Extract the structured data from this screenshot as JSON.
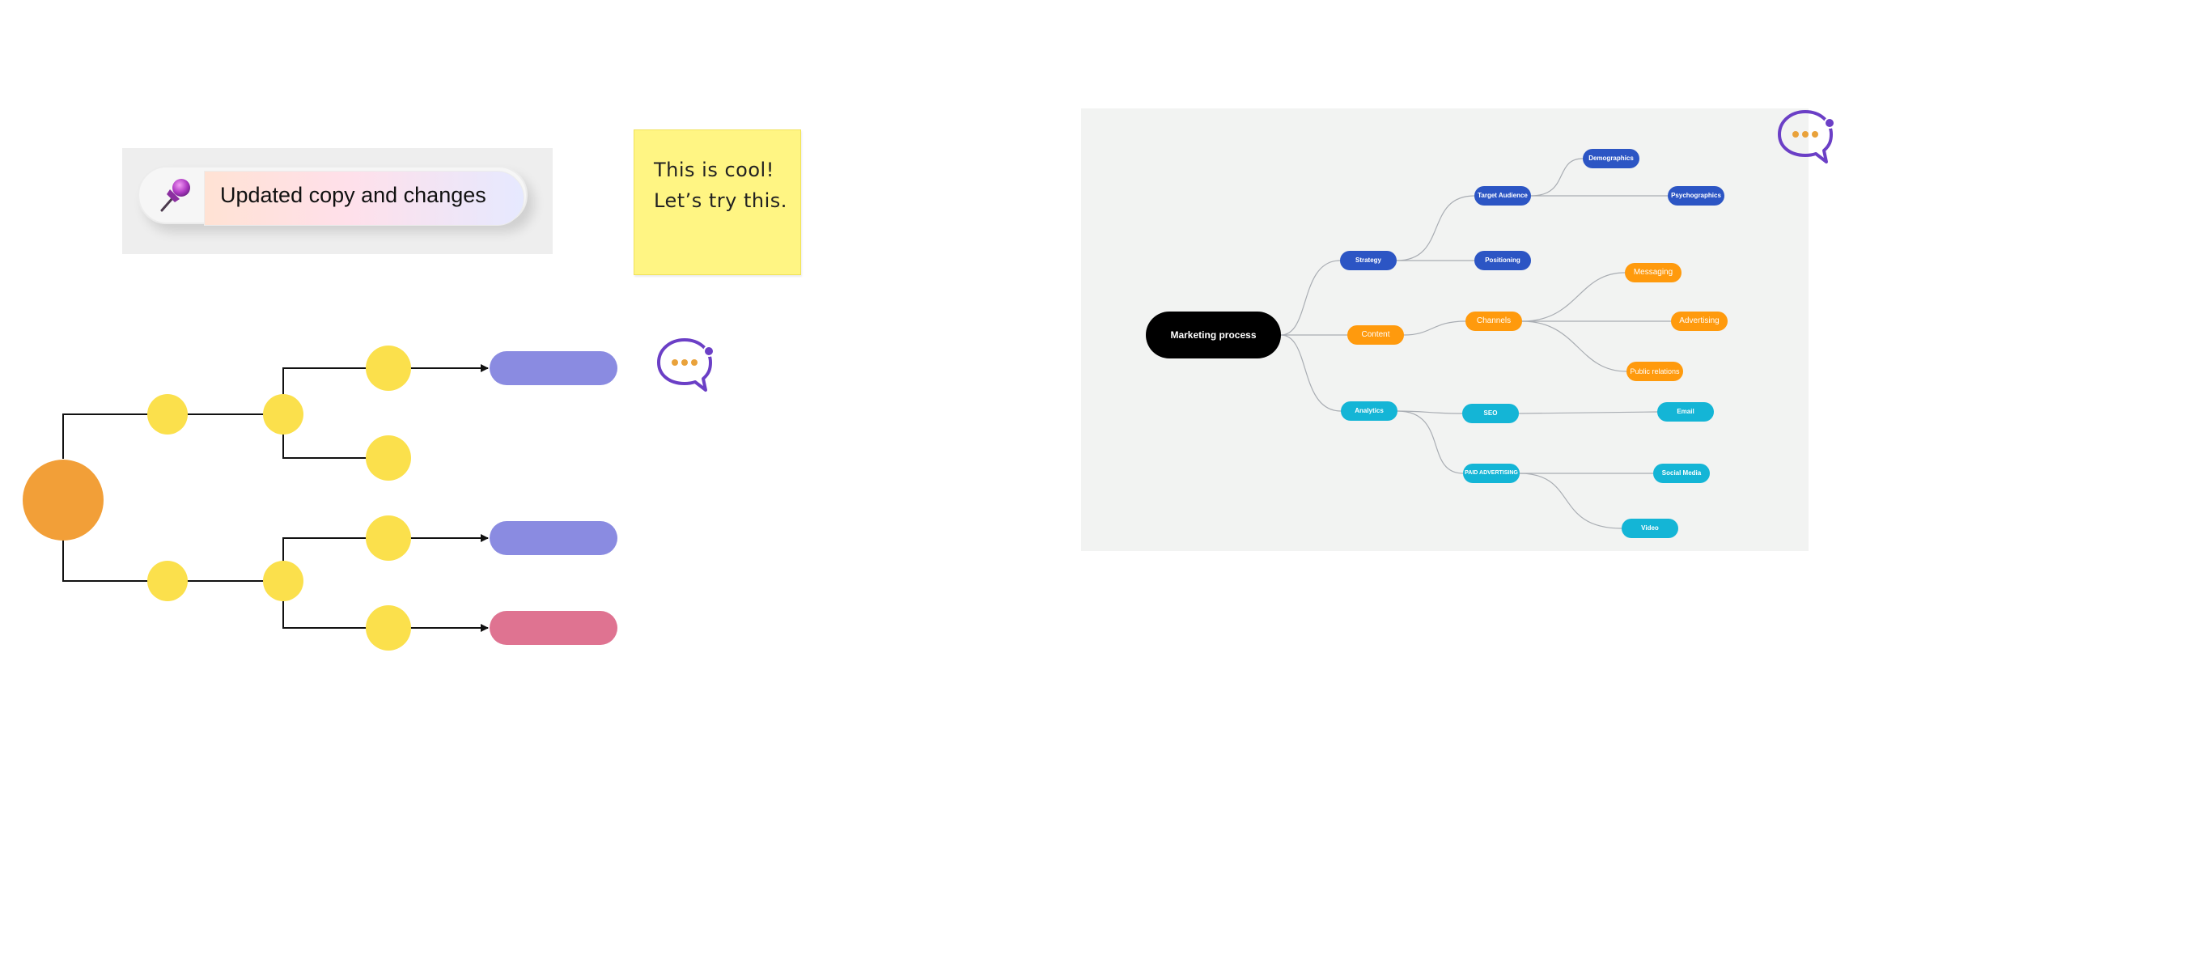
{
  "pinned_card": {
    "text": "Updated copy and changes",
    "icon": "pushpin-icon"
  },
  "sticky_note": {
    "line1": "This is cool!",
    "line2": "Let’s try this."
  },
  "comment_icons": [
    "chat-bubble-icon",
    "chat-bubble-icon"
  ],
  "colors": {
    "root_circle": "#f29f38",
    "yellow_node": "#fbe04c",
    "purple_pill": "#8a8be1",
    "pink_pill": "#df7391",
    "sticky": "#fff583",
    "mindmap_blue": "#2c55c4",
    "mindmap_orange": "#ff9a0d",
    "mindmap_cyan": "#14b5d6",
    "chat_outline": "#6b3fc6",
    "chat_dots": "#e9a23b"
  },
  "mindmap": {
    "root": "Marketing process",
    "strategy": {
      "label": "Strategy",
      "target_audience": "Target Audience",
      "demographics": "Demographics",
      "psychographics": "Psychographics",
      "positioning": "Positioning"
    },
    "content": {
      "label": "Content",
      "channels": "Channels",
      "messaging": "Messaging",
      "advertising": "Advertising",
      "public_relations": "Public relations"
    },
    "analytics": {
      "label": "Analytics",
      "seo": "SEO",
      "email": "Email",
      "paid_advertising": "PAID ADVERTISING",
      "social_media": "Social Media",
      "video": "Video"
    }
  }
}
